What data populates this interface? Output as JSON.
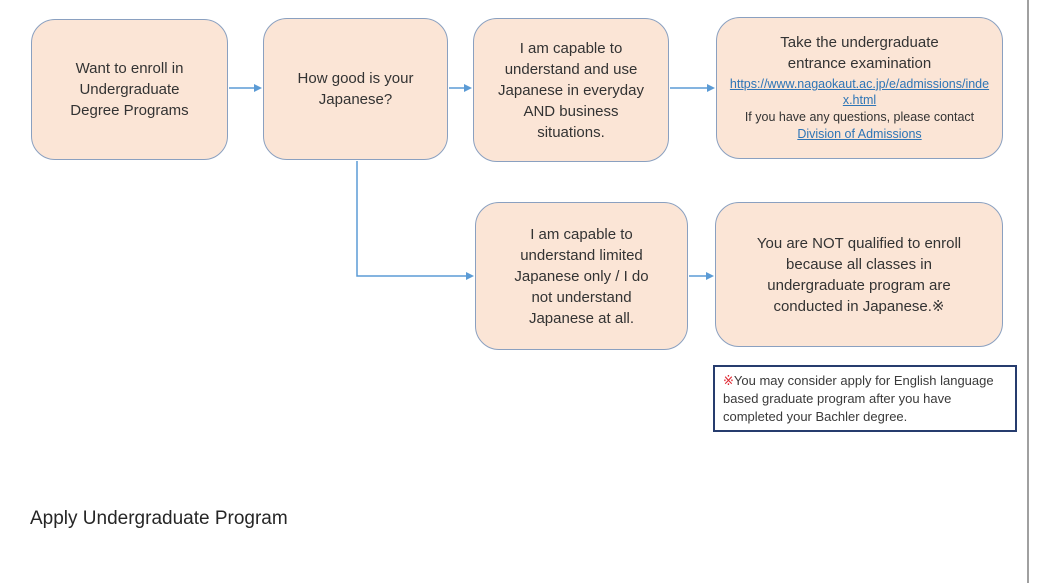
{
  "slide": {
    "footer_title": "Apply Undergraduate Program"
  },
  "colors": {
    "node_fill": "#fbe5d6",
    "node_border": "#8aa0c0",
    "connector_blue": "#5b9bd5",
    "link_blue": "#2e75b6",
    "note_border_navy": "#263c6e",
    "note_marker_red": "#df2b35",
    "text": "#333333"
  },
  "flowchart": {
    "nodes": {
      "start": {
        "text": "Want to enroll in\nUndergraduate\nDegree Programs"
      },
      "question": {
        "text": "How good is your\nJapanese?"
      },
      "capable": {
        "text": "I am capable to\nunderstand and use\nJapanese in everyday\nAND business\nsituations."
      },
      "exam": {
        "title": "Take the undergraduate\nentrance examination",
        "url": "https://www.nagaokaut.ac.jp/e/admissions/index.html",
        "contact_text": "If you have any questions, please contact",
        "contact_link": "Division of Admissions"
      },
      "limited": {
        "text": "I am capable to\nunderstand limited\nJapanese only / I do\nnot understand\nJapanese at all."
      },
      "not_qualified": {
        "text": "You are NOT qualified to enroll\nbecause all classes in\nundergraduate program are\nconducted in Japanese.※"
      }
    },
    "note": {
      "marker": "※",
      "text": "You may consider apply for English language based graduate program after you have completed your Bachler degree."
    }
  }
}
